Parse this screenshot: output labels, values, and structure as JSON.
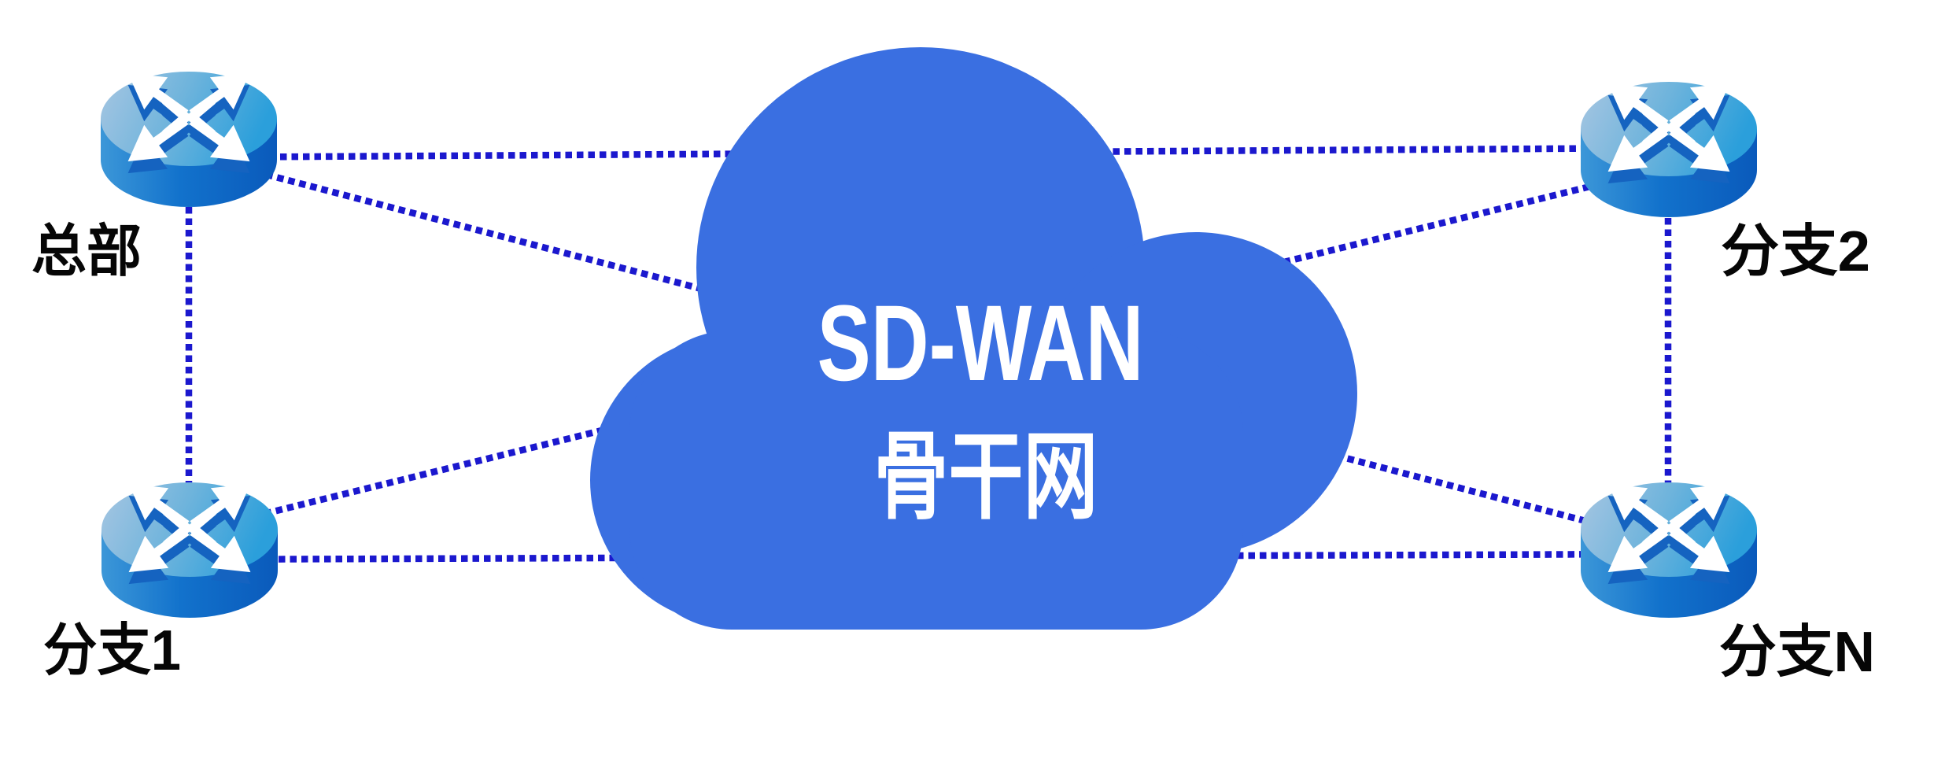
{
  "cloud": {
    "title_line1": "SD-WAN",
    "title_line2": "骨干网",
    "fill": "#3A6FE1",
    "text_color": "#FFFFFF"
  },
  "nodes": {
    "hq": {
      "label": "总部",
      "type": "router"
    },
    "branch1": {
      "label": "分支1",
      "type": "router"
    },
    "branch2": {
      "label": "分支2",
      "type": "router"
    },
    "branchN": {
      "label": "分支N",
      "type": "router"
    }
  },
  "links": {
    "color": "#1B18CE",
    "style": "dotted",
    "list": [
      {
        "from": "总部",
        "to": "分支2"
      },
      {
        "from": "总部",
        "to": "分支1"
      },
      {
        "from": "总部",
        "to": "分支N"
      },
      {
        "from": "分支1",
        "to": "分支2"
      },
      {
        "from": "分支1",
        "to": "分支N"
      },
      {
        "from": "分支2",
        "to": "分支N"
      }
    ]
  },
  "icons": {
    "node_icon": "router-crossed-arrows-icon"
  },
  "colors": {
    "background": "#FFFFFF",
    "label_text": "#060606",
    "router_top_gradient": [
      "#A7C6E2",
      "#2B9FDB"
    ],
    "router_side_gradient": [
      "#3C97D8",
      "#0A5ABB"
    ],
    "router_arrow": "#FFFFFF",
    "router_arrow_extrusion": "#1563C0"
  }
}
